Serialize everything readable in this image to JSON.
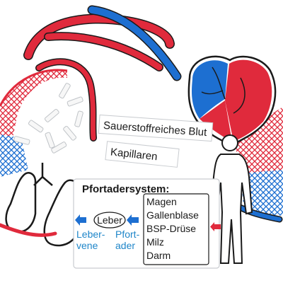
{
  "colors": {
    "oxygenated": "#e02a3c",
    "deoxygenated": "#1d6fd1",
    "outline": "#1a1a1a",
    "label_blue": "#1f86c9",
    "card": "#ffffff",
    "arrow_red": "#e02a3c",
    "arrow_blue": "#1d6fd1"
  },
  "strips": {
    "top": "Sauerstoffreiches Blut",
    "second": "Kapillaren"
  },
  "portal": {
    "title": "Pfortadersystem:",
    "liver": "Leber",
    "vein_line1": "Leber-",
    "vein_line2": "vene",
    "portal_line1": "Pfort-",
    "portal_line2": "ader",
    "organs": [
      "Magen",
      "Gallenblase",
      "BSP-Drüse",
      "Milz",
      "Darm"
    ]
  },
  "icons": {
    "heart": "heart-icon",
    "lungs": "lungs-icon",
    "body": "human-body-icon"
  }
}
